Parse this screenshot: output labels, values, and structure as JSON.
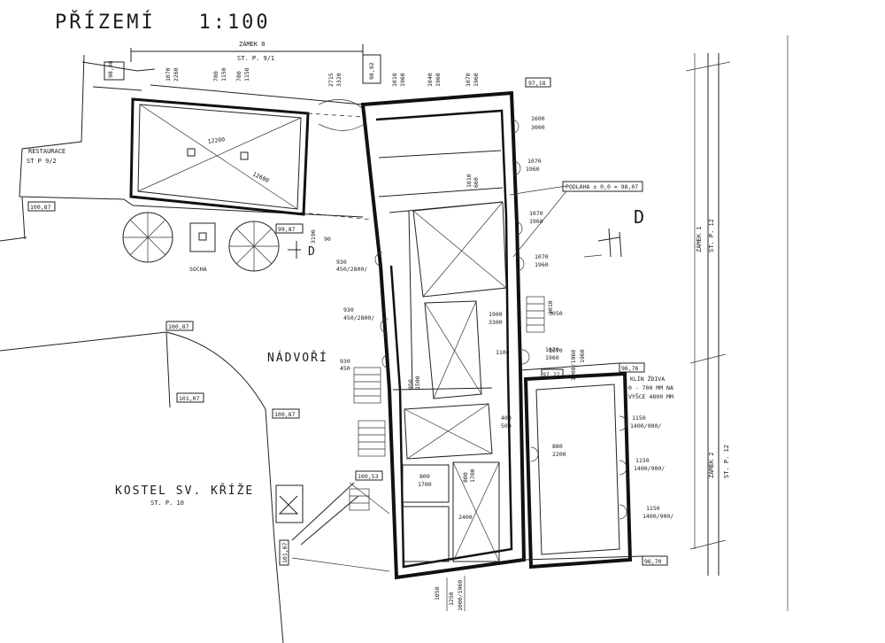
{
  "title": "PŘÍZEMÍ   1:100",
  "labels": {
    "zamek0": "ZÁMEK 0",
    "zamek0_stp": "ST. P.  9/1",
    "restaurace": "RESTAURACE",
    "restaurace_stp": "ST P  9/2",
    "socha": "SOCHA",
    "nadvori": "NÁDVOŘÍ",
    "kostel": "KOSTEL SV. KŘÍŽE",
    "kostel_stp": "ST. P.  10",
    "podlaha": "PODLAHA ± 0,0 = 98,07",
    "klin1": "KLÍN ŽDIVA",
    "klin2": "0 - 700 MM NA",
    "klin3": "VÝŠCE 4800 MM",
    "zamek1": "ZÁMEK 1",
    "zamek1_stp": "ST. P.  12",
    "zamek2": "ZÁMEK 2",
    "zamek2_stp": "ST. P.  12"
  },
  "levels": {
    "l9848": "98,48",
    "l9892": "98,92",
    "l9718": "97,18",
    "l10087a": "100,87",
    "l9987": "99,87",
    "l10087b": "100,87",
    "l10107a": "101,07",
    "l10087c": "100,87",
    "l10053": "100,53",
    "l10107b": "101,07",
    "l9676": "96,76",
    "l9722": "97,22",
    "l9670": "96,70"
  },
  "dims": {
    "d1070a": "1070",
    "d2260": "2260",
    "d780a": "780",
    "d1150a": "1150",
    "d780b": "780",
    "d1150b": "1150",
    "d2715": "2715",
    "d3320": "3320",
    "d1010": "1010",
    "d1960a": "1960",
    "d1040": "1040",
    "d1960b": "1960",
    "d1070b": "1070",
    "d1960c": "1960",
    "d12200": "12200",
    "d12600": "12600",
    "d1600": "1600",
    "d3000": "3000",
    "d1070c": "1070",
    "d1960d": "1960",
    "d1010v": "1010",
    "d660v": "660",
    "d1070e": "1070",
    "d1960e": "1960",
    "d1070f": "1070",
    "d1960f": "1960",
    "d3190": "3190",
    "d90": "90",
    "d930a": "930",
    "d450a": "450/2800/",
    "d930b": "930",
    "d450b": "450/2800/",
    "d1010g": "1010",
    "d3050": "3050",
    "d1900": "1900",
    "d3300": "3300",
    "d1070g": "1070",
    "d1960g": "1960",
    "d1100": "1100",
    "d930c": "930",
    "d450c": "450",
    "d1008": "1008/1960",
    "d950": "950",
    "d1500": "1500",
    "d1070h": "1070",
    "d1960h": "1960",
    "d1150c": "1150",
    "d1400a": "1400/900/",
    "d400": "400",
    "d500": "500",
    "d880": "880",
    "d2200": "2200",
    "d1150d": "1150",
    "d1400b": "1400/900/",
    "d800": "800",
    "d1700a": "1700",
    "d800b": "800",
    "d1700b": "1700",
    "d2400": "2400",
    "d1150e": "1150",
    "d1400c": "1400/900/",
    "d1050": "1050",
    "d1250": "1250",
    "d1000": "1000/1960"
  },
  "symbols": {
    "d_big": "D",
    "d_small": "D"
  }
}
